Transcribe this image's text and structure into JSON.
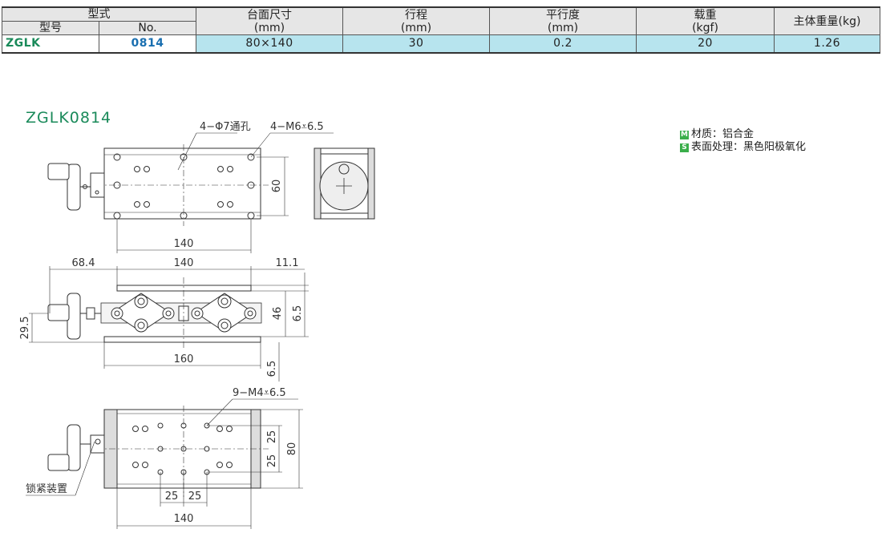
{
  "table": {
    "h_type": "型式",
    "h_model": "型号",
    "h_no": "No.",
    "h_size": "台面尺寸",
    "h_size_unit": "(mm)",
    "h_stroke": "行程",
    "h_stroke_unit": "(mm)",
    "h_parallel": "平行度",
    "h_parallel_unit": "(mm)",
    "h_load": "载重",
    "h_load_unit": "(kgf)",
    "h_weight": "主体重量(kg)",
    "row": {
      "model": "ZGLK",
      "no": "0814",
      "size": "80×140",
      "stroke": "30",
      "parallel": "0.2",
      "load": "20",
      "weight": "1.26"
    }
  },
  "drawing": {
    "title": "ZGLK0814",
    "hole_through": "4−Φ7通孔",
    "hole_tap_top": "4−M6",
    "hole_tap_top_depth": "6.5",
    "dim_60": "60",
    "dim_140_a": "140",
    "dim_68_4": "68.4",
    "dim_140_b": "140",
    "dim_11_1": "11.1",
    "dim_29_5": "29.5",
    "dim_46": "46",
    "dim_6_5_a": "6.5",
    "dim_160": "160",
    "dim_6_5_b": "6.5",
    "hole_tap_bottom": "9−M4",
    "hole_tap_bottom_depth": "6.5",
    "dim_25_v1": "25",
    "dim_25_v2": "25",
    "dim_80": "80",
    "dim_25_h1": "25",
    "dim_25_h2": "25",
    "dim_140_c": "140",
    "lock_label": "锁紧装置"
  },
  "legend": {
    "m_badge": "M",
    "material": "材质：铝合金",
    "s_badge": "S",
    "surface": "表面处理：黑色阳极氧化"
  },
  "colors": {
    "accent_green": "#1a8a5a",
    "accent_blue": "#1a6fb0",
    "row_highlight": "#b7e4ee",
    "badge_green": "#3aae4a"
  }
}
